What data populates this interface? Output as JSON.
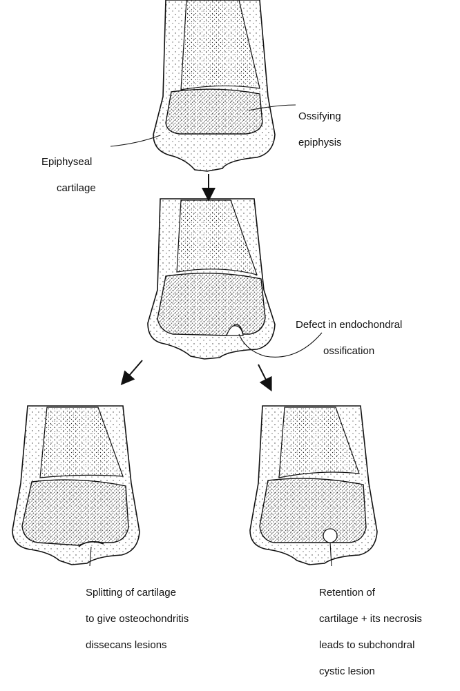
{
  "labels": {
    "ossifying": [
      "Ossifying",
      "epiphysis"
    ],
    "epiphyseal": [
      "Epiphyseal",
      "cartilage"
    ],
    "defect": [
      "Defect in endochondral",
      "ossification"
    ],
    "splitting": [
      "Splitting of cartilage",
      "to give osteochondritis",
      "dissecans lesions"
    ],
    "retention": [
      "Retention  of",
      "cartilage + its necrosis",
      "leads to subchondral",
      "cystic lesion"
    ]
  },
  "colors": {
    "ink": "#111111",
    "paper": "#ffffff",
    "stipple": "#2a2a2a"
  }
}
